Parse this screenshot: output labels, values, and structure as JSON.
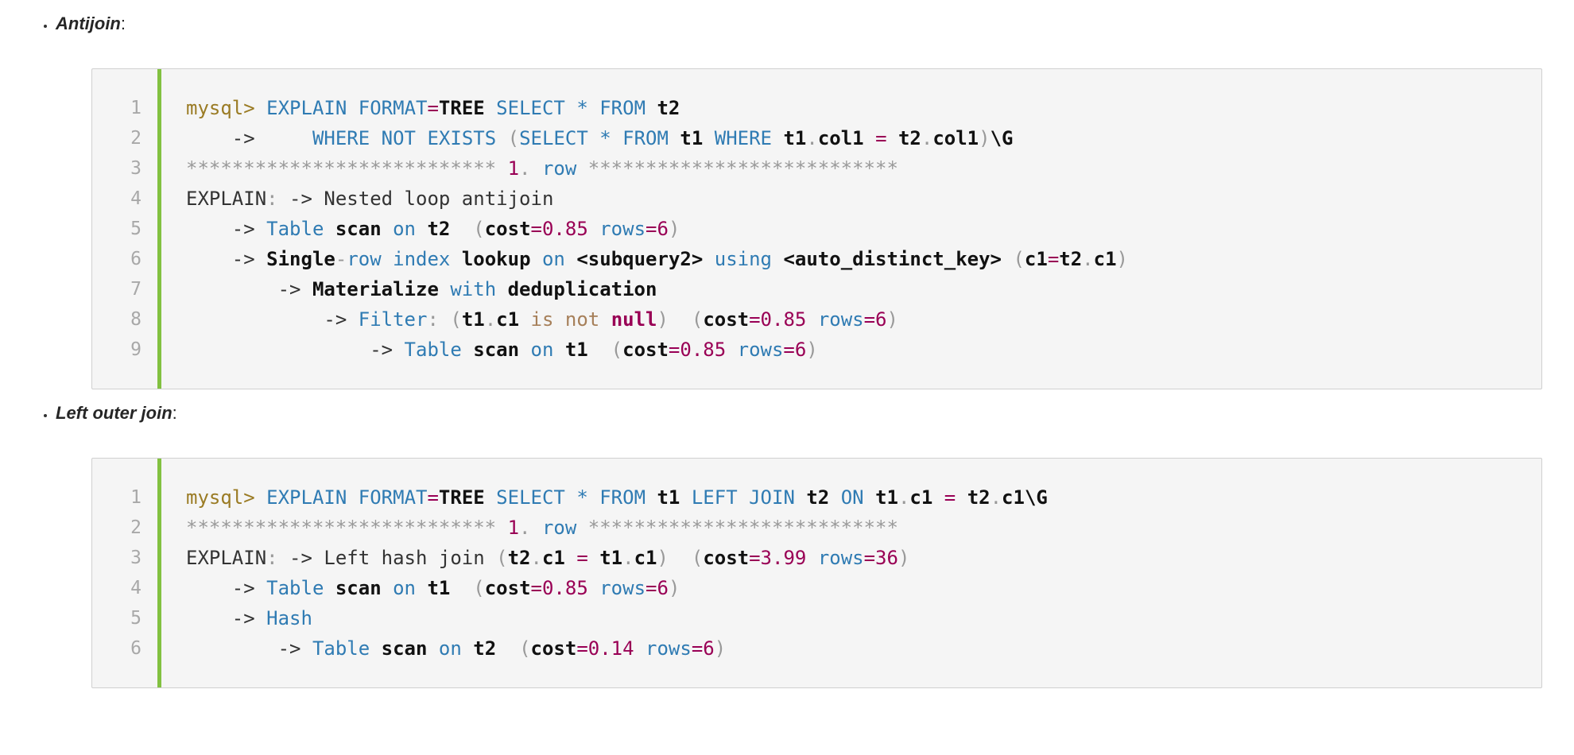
{
  "colors": {
    "keyword": "#2f7bb3",
    "number": "#990055",
    "punctuation": "#999999",
    "operator": "#a67f59",
    "prompt": "#9a7b24",
    "plain": "#333333",
    "strong": "#111111",
    "line_number": "#a8a8a8",
    "code_bg": "#f5f5f5",
    "code_border": "#d0d0d0",
    "accent_bar": "#82c140"
  },
  "list_items": [
    {
      "label": "Antijoin",
      "suffix": ":",
      "code": {
        "lines": [
          [
            [
              "p",
              "mysql>"
            ],
            [
              "t",
              " "
            ],
            [
              "k",
              "EXPLAIN"
            ],
            [
              "t",
              " "
            ],
            [
              "k",
              "FORMAT"
            ],
            [
              "n",
              "="
            ],
            [
              "b",
              "TREE"
            ],
            [
              "t",
              " "
            ],
            [
              "k",
              "SELECT"
            ],
            [
              "t",
              " "
            ],
            [
              "k",
              "*"
            ],
            [
              "t",
              " "
            ],
            [
              "k",
              "FROM"
            ],
            [
              "t",
              " "
            ],
            [
              "b",
              "t2"
            ]
          ],
          [
            [
              "t",
              "    ->     "
            ],
            [
              "k",
              "WHERE"
            ],
            [
              "t",
              " "
            ],
            [
              "k",
              "NOT"
            ],
            [
              "t",
              " "
            ],
            [
              "k",
              "EXISTS"
            ],
            [
              "t",
              " "
            ],
            [
              "g",
              "("
            ],
            [
              "k",
              "SELECT"
            ],
            [
              "t",
              " "
            ],
            [
              "k",
              "*"
            ],
            [
              "t",
              " "
            ],
            [
              "k",
              "FROM"
            ],
            [
              "t",
              " "
            ],
            [
              "b",
              "t1"
            ],
            [
              "t",
              " "
            ],
            [
              "k",
              "WHERE"
            ],
            [
              "t",
              " "
            ],
            [
              "b",
              "t1"
            ],
            [
              "g",
              "."
            ],
            [
              "b",
              "col1"
            ],
            [
              "t",
              " "
            ],
            [
              "n",
              "="
            ],
            [
              "t",
              " "
            ],
            [
              "b",
              "t2"
            ],
            [
              "g",
              "."
            ],
            [
              "b",
              "col1"
            ],
            [
              "g",
              ")"
            ],
            [
              "b",
              "\\G"
            ]
          ],
          [
            [
              "g",
              "***************************"
            ],
            [
              "t",
              " "
            ],
            [
              "n",
              "1"
            ],
            [
              "g",
              "."
            ],
            [
              "t",
              " "
            ],
            [
              "k",
              "row"
            ],
            [
              "t",
              " "
            ],
            [
              "g",
              "***************************"
            ]
          ],
          [
            [
              "t",
              "EXPLAIN"
            ],
            [
              "g",
              ":"
            ],
            [
              "t",
              " -> Nested loop antijoin"
            ]
          ],
          [
            [
              "t",
              "    -> "
            ],
            [
              "k",
              "Table"
            ],
            [
              "t",
              " "
            ],
            [
              "b",
              "scan"
            ],
            [
              "t",
              " "
            ],
            [
              "k",
              "on"
            ],
            [
              "t",
              " "
            ],
            [
              "b",
              "t2"
            ],
            [
              "t",
              "  "
            ],
            [
              "g",
              "("
            ],
            [
              "b",
              "cost"
            ],
            [
              "n",
              "=0.85"
            ],
            [
              "t",
              " "
            ],
            [
              "k",
              "rows"
            ],
            [
              "n",
              "=6"
            ],
            [
              "g",
              ")"
            ]
          ],
          [
            [
              "t",
              "    -> "
            ],
            [
              "b",
              "Single"
            ],
            [
              "g",
              "-"
            ],
            [
              "k",
              "row"
            ],
            [
              "t",
              " "
            ],
            [
              "k",
              "index"
            ],
            [
              "t",
              " "
            ],
            [
              "b",
              "lookup"
            ],
            [
              "t",
              " "
            ],
            [
              "k",
              "on"
            ],
            [
              "t",
              " "
            ],
            [
              "b",
              "<subquery2>"
            ],
            [
              "t",
              " "
            ],
            [
              "k",
              "using"
            ],
            [
              "t",
              " "
            ],
            [
              "b",
              "<auto_distinct_key>"
            ],
            [
              "t",
              " "
            ],
            [
              "g",
              "("
            ],
            [
              "b",
              "c1"
            ],
            [
              "n",
              "="
            ],
            [
              "b",
              "t2"
            ],
            [
              "g",
              "."
            ],
            [
              "b",
              "c1"
            ],
            [
              "g",
              ")"
            ]
          ],
          [
            [
              "t",
              "        -> "
            ],
            [
              "b",
              "Materialize"
            ],
            [
              "t",
              " "
            ],
            [
              "k",
              "with"
            ],
            [
              "t",
              " "
            ],
            [
              "b",
              "deduplication"
            ]
          ],
          [
            [
              "t",
              "            -> "
            ],
            [
              "k",
              "Filter"
            ],
            [
              "g",
              ":"
            ],
            [
              "t",
              " "
            ],
            [
              "g",
              "("
            ],
            [
              "b",
              "t1"
            ],
            [
              "g",
              "."
            ],
            [
              "b",
              "c1"
            ],
            [
              "t",
              " "
            ],
            [
              "o",
              "is"
            ],
            [
              "t",
              " "
            ],
            [
              "o",
              "not"
            ],
            [
              "t",
              " "
            ],
            [
              "u",
              "null"
            ],
            [
              "g",
              ")"
            ],
            [
              "t",
              "  "
            ],
            [
              "g",
              "("
            ],
            [
              "b",
              "cost"
            ],
            [
              "n",
              "=0.85"
            ],
            [
              "t",
              " "
            ],
            [
              "k",
              "rows"
            ],
            [
              "n",
              "=6"
            ],
            [
              "g",
              ")"
            ]
          ],
          [
            [
              "t",
              "                -> "
            ],
            [
              "k",
              "Table"
            ],
            [
              "t",
              " "
            ],
            [
              "b",
              "scan"
            ],
            [
              "t",
              " "
            ],
            [
              "k",
              "on"
            ],
            [
              "t",
              " "
            ],
            [
              "b",
              "t1"
            ],
            [
              "t",
              "  "
            ],
            [
              "g",
              "("
            ],
            [
              "b",
              "cost"
            ],
            [
              "n",
              "=0.85"
            ],
            [
              "t",
              " "
            ],
            [
              "k",
              "rows"
            ],
            [
              "n",
              "=6"
            ],
            [
              "g",
              ")"
            ]
          ]
        ]
      }
    },
    {
      "label": "Left outer join",
      "suffix": ":",
      "code": {
        "lines": [
          [
            [
              "p",
              "mysql>"
            ],
            [
              "t",
              " "
            ],
            [
              "k",
              "EXPLAIN"
            ],
            [
              "t",
              " "
            ],
            [
              "k",
              "FORMAT"
            ],
            [
              "n",
              "="
            ],
            [
              "b",
              "TREE"
            ],
            [
              "t",
              " "
            ],
            [
              "k",
              "SELECT"
            ],
            [
              "t",
              " "
            ],
            [
              "k",
              "*"
            ],
            [
              "t",
              " "
            ],
            [
              "k",
              "FROM"
            ],
            [
              "t",
              " "
            ],
            [
              "b",
              "t1"
            ],
            [
              "t",
              " "
            ],
            [
              "k",
              "LEFT"
            ],
            [
              "t",
              " "
            ],
            [
              "k",
              "JOIN"
            ],
            [
              "t",
              " "
            ],
            [
              "b",
              "t2"
            ],
            [
              "t",
              " "
            ],
            [
              "k",
              "ON"
            ],
            [
              "t",
              " "
            ],
            [
              "b",
              "t1"
            ],
            [
              "g",
              "."
            ],
            [
              "b",
              "c1"
            ],
            [
              "t",
              " "
            ],
            [
              "n",
              "="
            ],
            [
              "t",
              " "
            ],
            [
              "b",
              "t2"
            ],
            [
              "g",
              "."
            ],
            [
              "b",
              "c1"
            ],
            [
              "b",
              "\\G"
            ]
          ],
          [
            [
              "g",
              "***************************"
            ],
            [
              "t",
              " "
            ],
            [
              "n",
              "1"
            ],
            [
              "g",
              "."
            ],
            [
              "t",
              " "
            ],
            [
              "k",
              "row"
            ],
            [
              "t",
              " "
            ],
            [
              "g",
              "***************************"
            ]
          ],
          [
            [
              "t",
              "EXPLAIN"
            ],
            [
              "g",
              ":"
            ],
            [
              "t",
              " -> Left hash join "
            ],
            [
              "g",
              "("
            ],
            [
              "b",
              "t2"
            ],
            [
              "g",
              "."
            ],
            [
              "b",
              "c1"
            ],
            [
              "t",
              " "
            ],
            [
              "n",
              "="
            ],
            [
              "t",
              " "
            ],
            [
              "b",
              "t1"
            ],
            [
              "g",
              "."
            ],
            [
              "b",
              "c1"
            ],
            [
              "g",
              ")"
            ],
            [
              "t",
              "  "
            ],
            [
              "g",
              "("
            ],
            [
              "b",
              "cost"
            ],
            [
              "n",
              "=3.99"
            ],
            [
              "t",
              " "
            ],
            [
              "k",
              "rows"
            ],
            [
              "n",
              "=36"
            ],
            [
              "g",
              ")"
            ]
          ],
          [
            [
              "t",
              "    -> "
            ],
            [
              "k",
              "Table"
            ],
            [
              "t",
              " "
            ],
            [
              "b",
              "scan"
            ],
            [
              "t",
              " "
            ],
            [
              "k",
              "on"
            ],
            [
              "t",
              " "
            ],
            [
              "b",
              "t1"
            ],
            [
              "t",
              "  "
            ],
            [
              "g",
              "("
            ],
            [
              "b",
              "cost"
            ],
            [
              "n",
              "=0.85"
            ],
            [
              "t",
              " "
            ],
            [
              "k",
              "rows"
            ],
            [
              "n",
              "=6"
            ],
            [
              "g",
              ")"
            ]
          ],
          [
            [
              "t",
              "    -> "
            ],
            [
              "k",
              "Hash"
            ]
          ],
          [
            [
              "t",
              "        -> "
            ],
            [
              "k",
              "Table"
            ],
            [
              "t",
              " "
            ],
            [
              "b",
              "scan"
            ],
            [
              "t",
              " "
            ],
            [
              "k",
              "on"
            ],
            [
              "t",
              " "
            ],
            [
              "b",
              "t2"
            ],
            [
              "t",
              "  "
            ],
            [
              "g",
              "("
            ],
            [
              "b",
              "cost"
            ],
            [
              "n",
              "=0.14"
            ],
            [
              "t",
              " "
            ],
            [
              "k",
              "rows"
            ],
            [
              "n",
              "=6"
            ],
            [
              "g",
              ")"
            ]
          ]
        ]
      }
    }
  ]
}
